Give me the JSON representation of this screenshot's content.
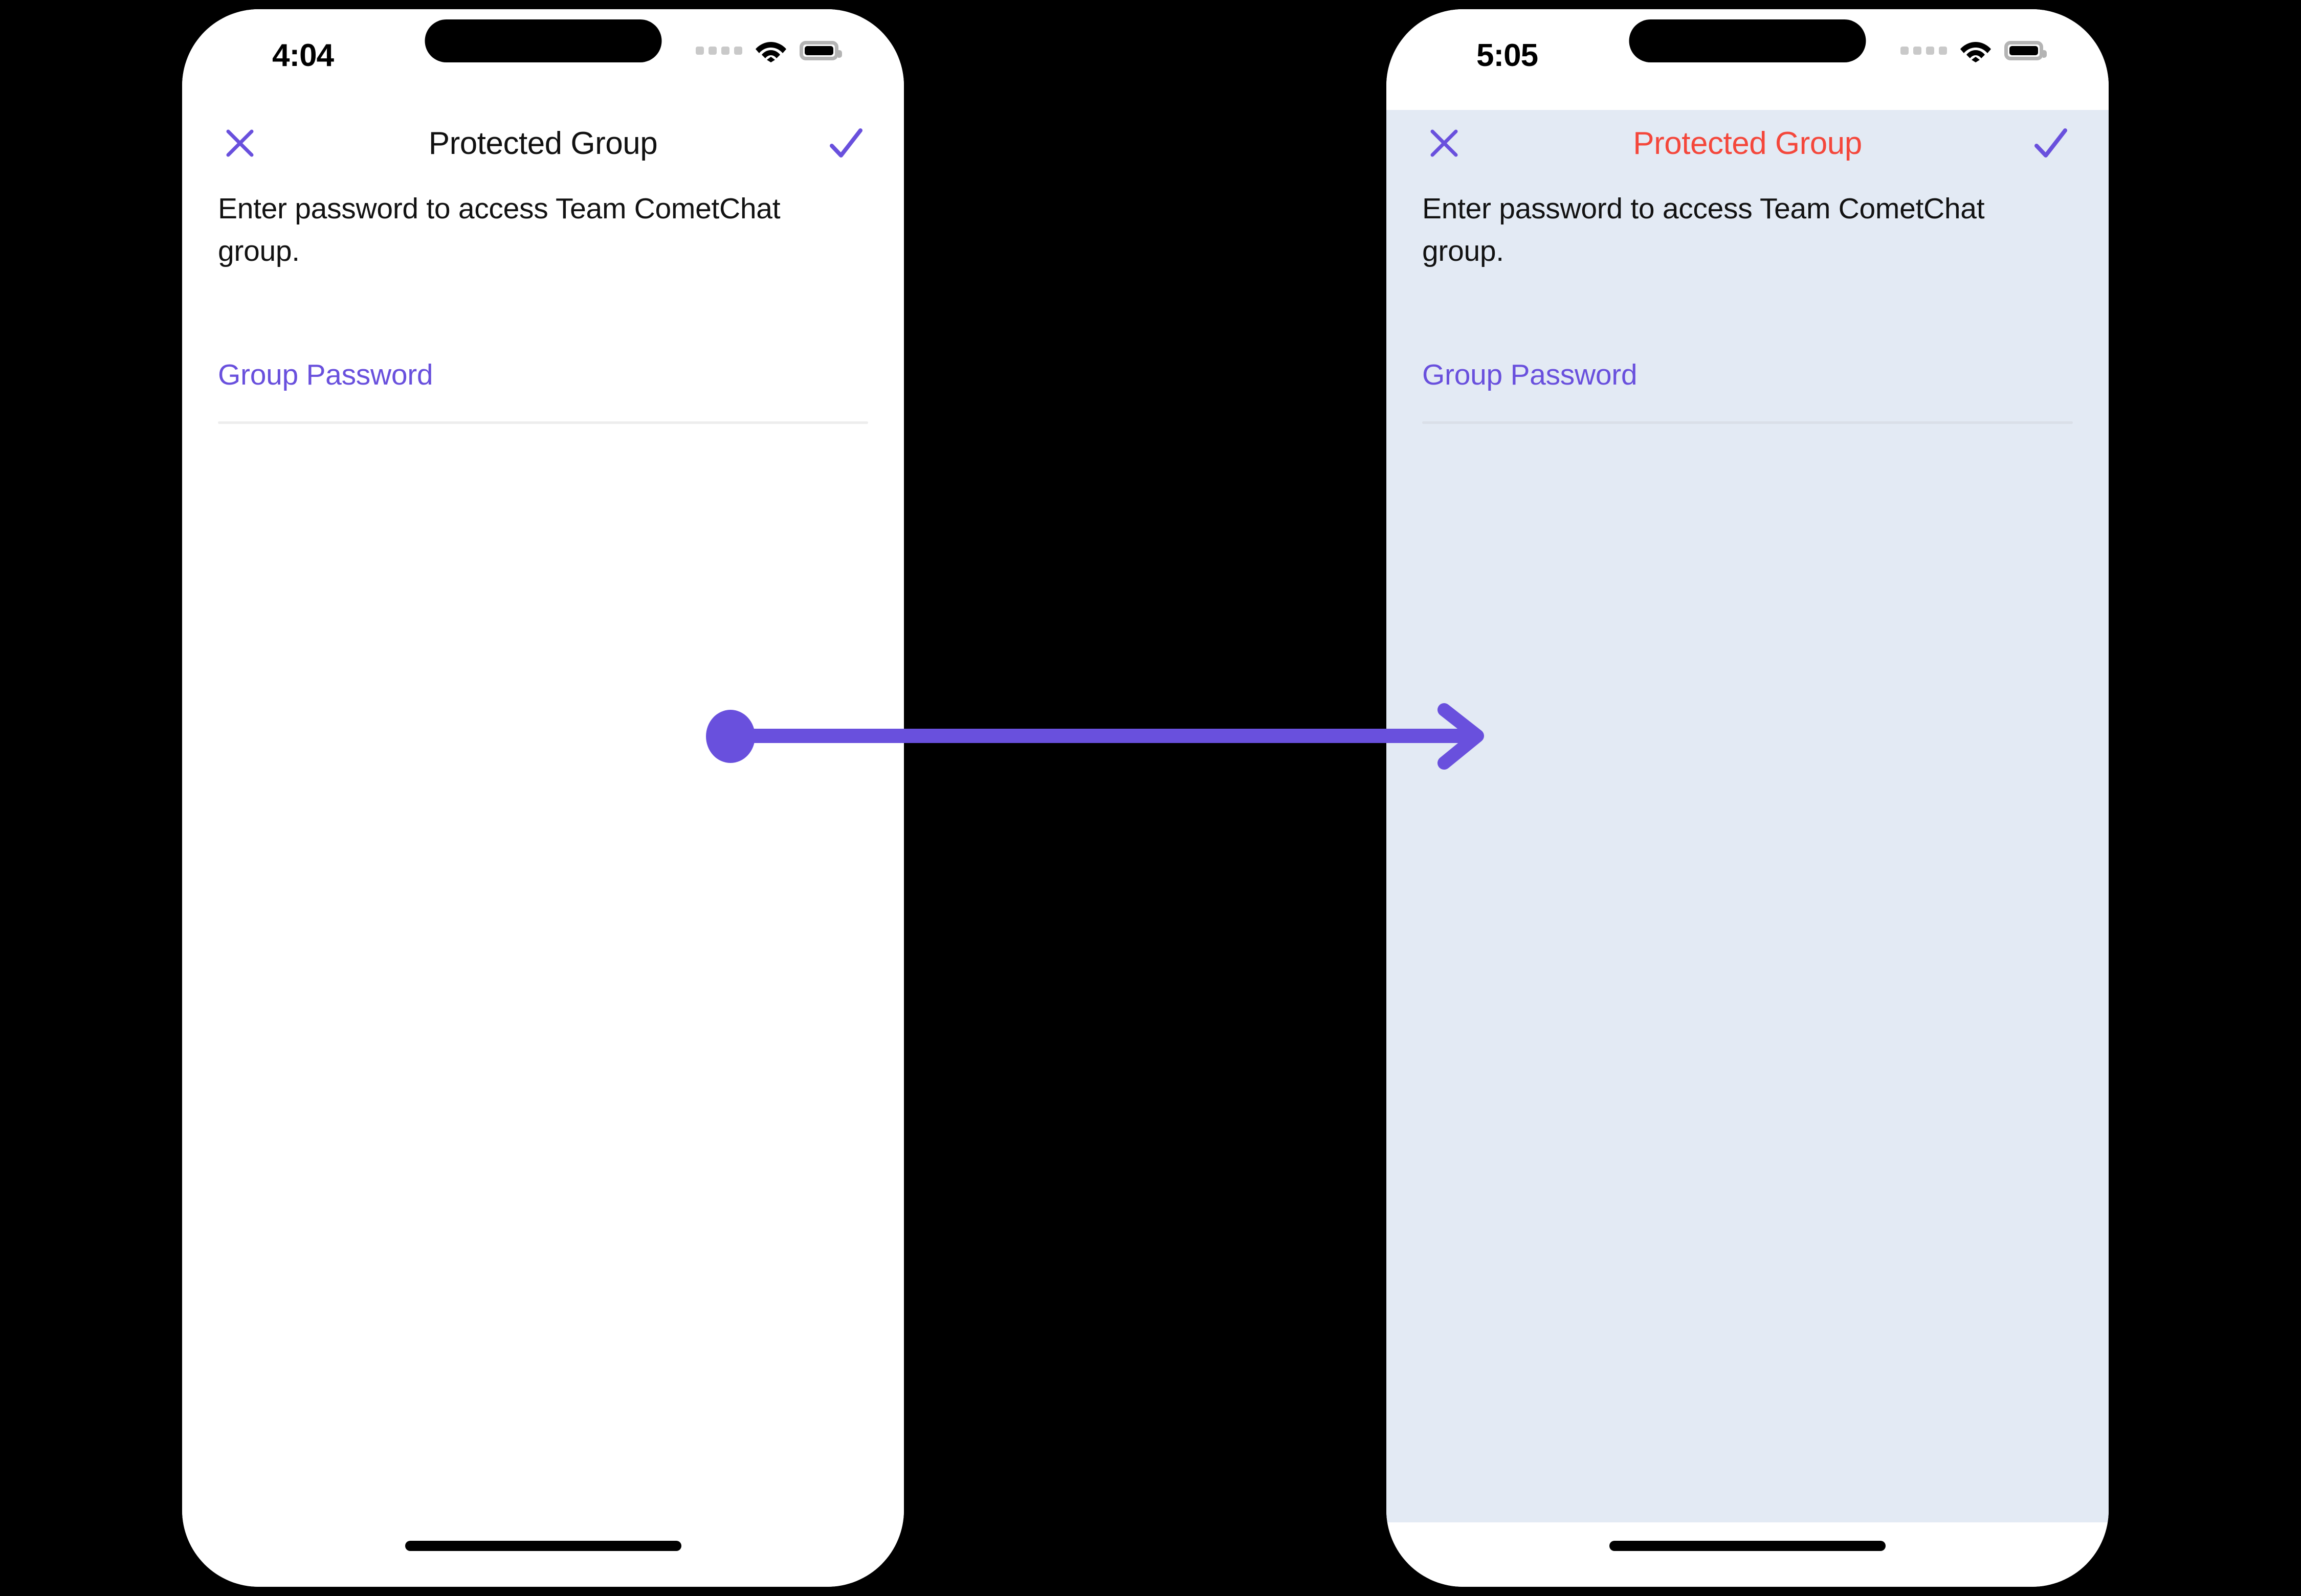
{
  "accent": {
    "purple": "#6950dd",
    "error_red": "#f4473b",
    "screen_white": "#ffffff",
    "screen_tinted": "#e3eaf4",
    "rule_gray": "#ededed",
    "canvas_black": "#000000"
  },
  "screens": [
    {
      "id": "before",
      "status_bar": {
        "time": "4:04",
        "cellular_icon": "cellular-bars-icon",
        "wifi_icon": "wifi-icon",
        "battery_icon": "battery-full-icon"
      },
      "nav": {
        "close_icon": "close-icon",
        "title": "Protected Group",
        "title_color": "#111111",
        "confirm_icon": "check-icon"
      },
      "description": "Enter password to access Team CometChat group.",
      "field": {
        "label": "Group Password",
        "value": "",
        "placeholder": ""
      },
      "background": "#ffffff",
      "home_indicator": "home-indicator"
    },
    {
      "id": "after",
      "status_bar": {
        "time": "5:05",
        "cellular_icon": "cellular-bars-icon",
        "wifi_icon": "wifi-icon",
        "battery_icon": "battery-full-icon"
      },
      "nav": {
        "close_icon": "close-icon",
        "title": "Protected Group",
        "title_color": "#f4473b",
        "confirm_icon": "check-icon"
      },
      "description": "Enter password to access Team CometChat group.",
      "field": {
        "label": "Group Password",
        "value": "",
        "placeholder": ""
      },
      "background": "#e3eaf4",
      "home_indicator": "home-indicator"
    }
  ],
  "annotation": {
    "arrow_icon": "flow-arrow-icon",
    "arrow_color": "#6950dd",
    "direction": "left-to-right"
  }
}
